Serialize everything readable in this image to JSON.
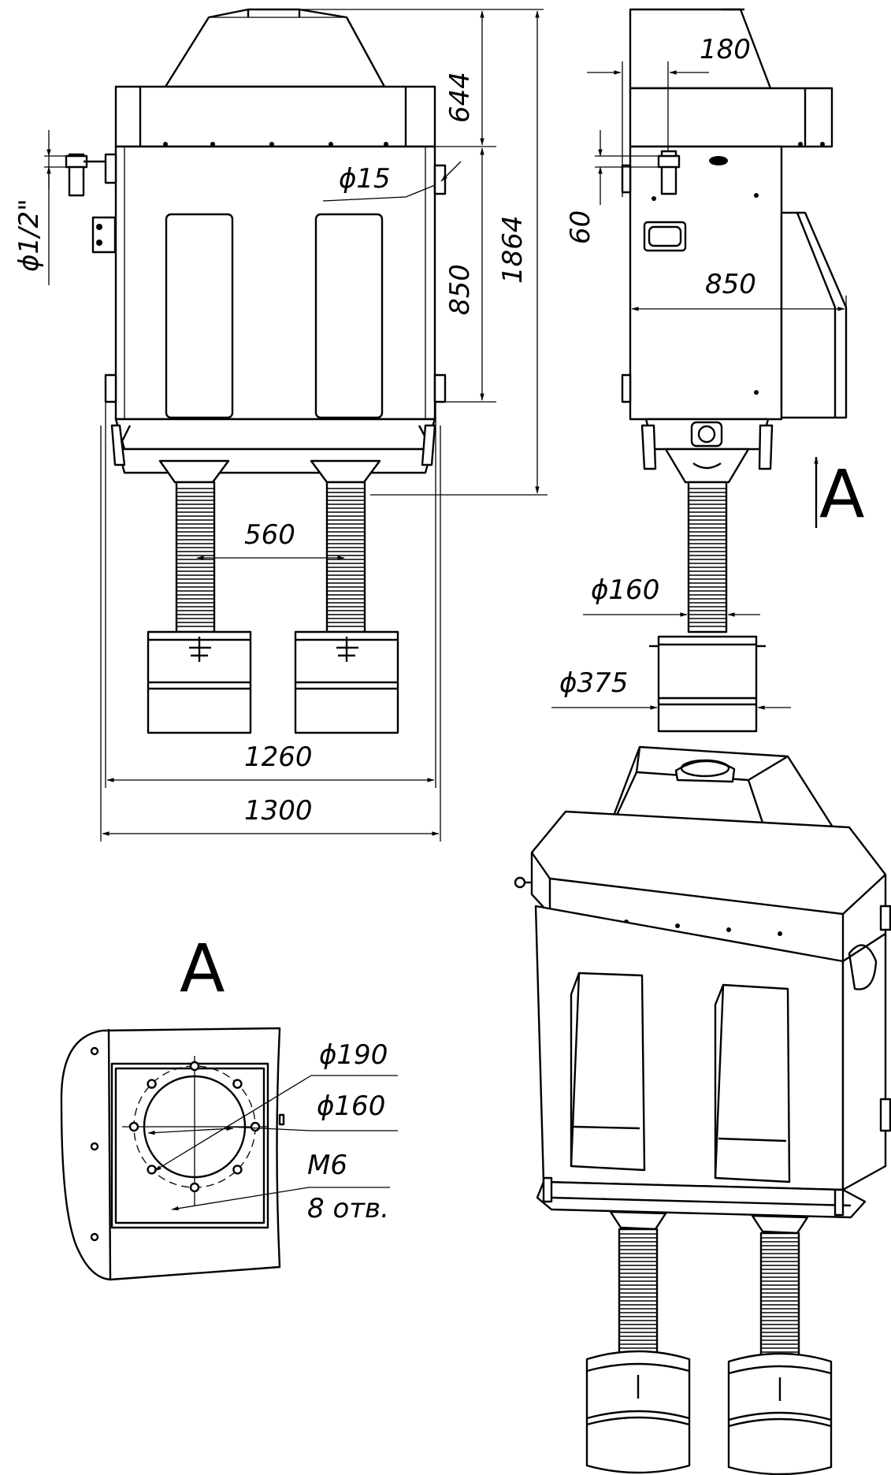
{
  "front_view": {
    "dims": {
      "top_height": "644",
      "body_height": "850",
      "total_height": "1864",
      "hole_dia": "ϕ15",
      "inlet_dia": "ϕ1/2\"",
      "outlet_spacing": "560",
      "inner_width": "1260",
      "outer_width": "1300"
    }
  },
  "side_view": {
    "dims": {
      "offset_top": "180",
      "offset_small": "60",
      "depth": "850",
      "hose_dia": "ϕ160",
      "bin_dia": "ϕ375"
    },
    "view_label": "A"
  },
  "detail_a": {
    "title": "A",
    "labels": {
      "outer_dia": "ϕ190",
      "inner_dia": "ϕ160",
      "thread": "M6",
      "holes": "8 отв."
    }
  }
}
